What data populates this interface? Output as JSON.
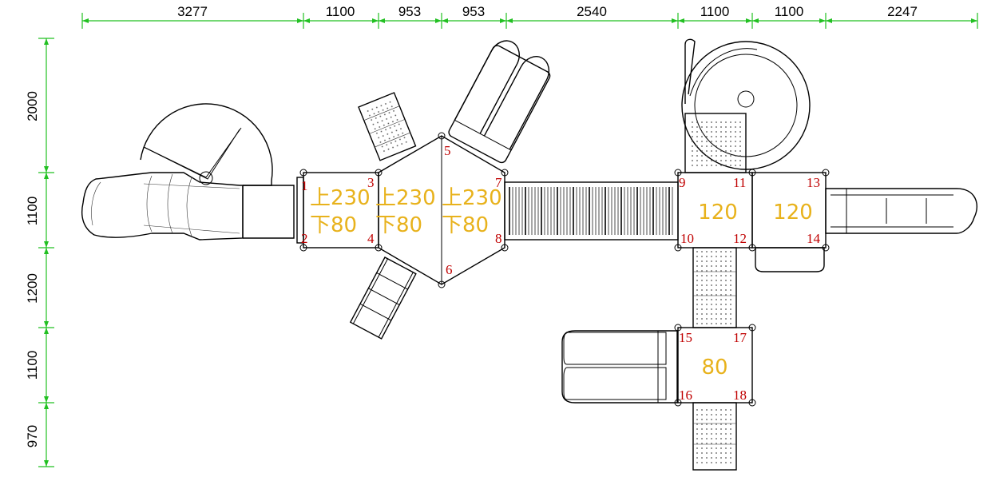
{
  "dimensions": {
    "horizontal": [
      "3277",
      "1100",
      "953",
      "953",
      "2540",
      "1100",
      "1100",
      "2247"
    ],
    "vertical": [
      "2000",
      "1100",
      "1200",
      "1100",
      "970"
    ]
  },
  "posts": [
    "1",
    "2",
    "3",
    "4",
    "5",
    "6",
    "7",
    "8",
    "9",
    "10",
    "11",
    "12",
    "13",
    "14",
    "15",
    "16",
    "17",
    "18"
  ],
  "decks": {
    "hex_deck_a": {
      "top": "上230",
      "bottom": "下80"
    },
    "hex_deck_b": {
      "top": "上230",
      "bottom": "下80"
    },
    "hex_deck_c": {
      "top": "上230",
      "bottom": "下80"
    },
    "square_deck_a": "120",
    "square_deck_b": "120",
    "square_deck_c": "80"
  },
  "colors": {
    "dimension_lines": "#22c022",
    "post_numbers": "#c00000",
    "deck_labels": "#e8b21c",
    "outline": "#000000"
  }
}
